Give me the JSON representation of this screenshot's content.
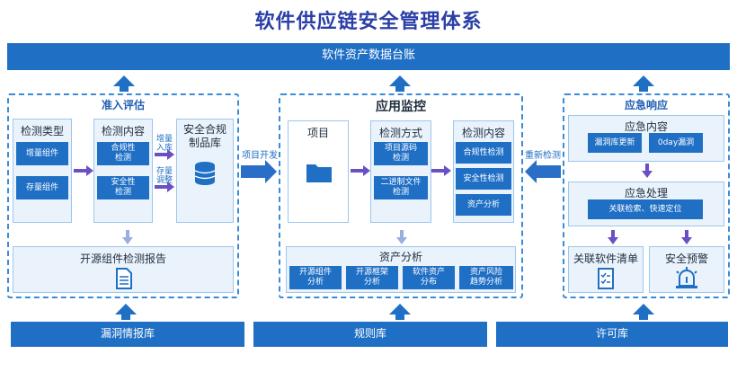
{
  "title": "软件供应链安全管理体系",
  "top_bar": "软件资产数据台账",
  "left_panel": {
    "header": "准入评估",
    "detect_type": {
      "title": "检测类型",
      "items": [
        "增量组件",
        "存量组件"
      ]
    },
    "detect_content": {
      "title": "检测内容",
      "items": [
        "合规性\n检测",
        "安全性\n检测"
      ]
    },
    "arrow_label_1": "增量\n入库",
    "arrow_label_2": "存量\n调整",
    "compliant_lib": "安全合规\n制品库",
    "report": "开源组件检测报告"
  },
  "arrow_project_dev": "项目开发",
  "center_panel": {
    "header": "应用监控",
    "project": "项目",
    "method": {
      "title": "检测方式",
      "items": [
        "项目源码\n检测",
        "二进制文件\n检测"
      ]
    },
    "content": {
      "title": "检测内容",
      "items": [
        "合规性检测",
        "安全性检测",
        "资产分析"
      ]
    },
    "asset_analysis": {
      "title": "资产分析",
      "items": [
        "开源组件\n分析",
        "开源框架\n分析",
        "软件资产\n分布",
        "资产风险\n趋势分析"
      ]
    }
  },
  "arrow_recheck": "重新检测",
  "right_panel": {
    "header": "应急响应",
    "emergency_content": {
      "title": "应急内容",
      "items": [
        "漏洞库更新",
        "0day漏洞"
      ]
    },
    "emergency_handle": {
      "title": "应急处理",
      "action": "关联检索、快速定位"
    },
    "related_list": "关联软件清单",
    "security_alert": "安全预警"
  },
  "bottom": [
    "漏洞情报库",
    "规则库",
    "许可库"
  ],
  "colors": {
    "primary": "#1f6fc5",
    "title": "#2b3fa7",
    "dashed": "#3a8bd8",
    "light": "#eaf3fc"
  }
}
